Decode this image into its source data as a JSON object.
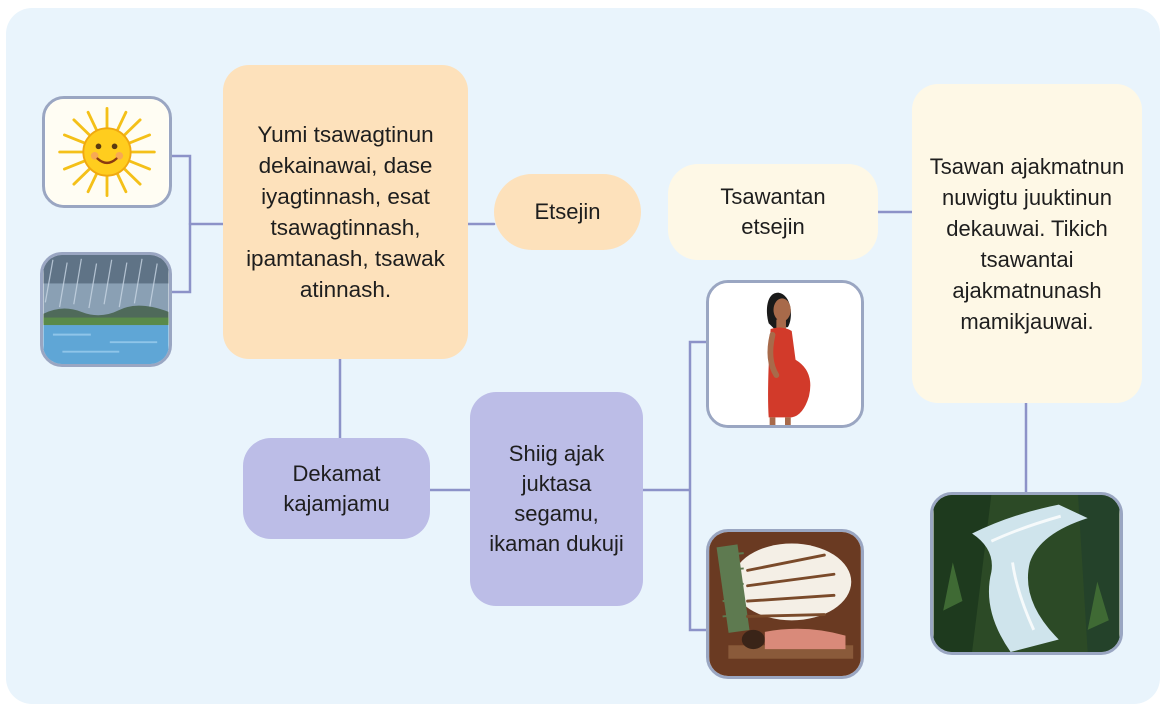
{
  "nodes": {
    "main_text": "Yumi tsawagtinun dekainawai, dase iyagtinnash, esat tsawagtinnash, ipamtanash, tsawak atinnash.",
    "etsejin": "Etsejin",
    "tsawantan": "Tsawantan etsejin",
    "right_text": "Tsawan ajakmatnun nuwigtu juuktinun dekauwai. Tikich tsawantai ajakmatnunash mamikjauwai.",
    "dekamat": "Dekamat kajamjamu",
    "shiig": "Shiig ajak juktasa segamu, ikaman dukuji"
  },
  "pictures": {
    "sun": "sun-icon",
    "rain": "rain-landscape-icon",
    "pregnant": "pregnant-woman-icon",
    "sick": "sick-person-icon",
    "river": "river-icon"
  },
  "colors": {
    "background": "#e9f4fc",
    "orange_node": "#fde1bb",
    "purple_node": "#bcbde7",
    "cream_node": "#fef8e6",
    "connector": "#8c92c8"
  }
}
